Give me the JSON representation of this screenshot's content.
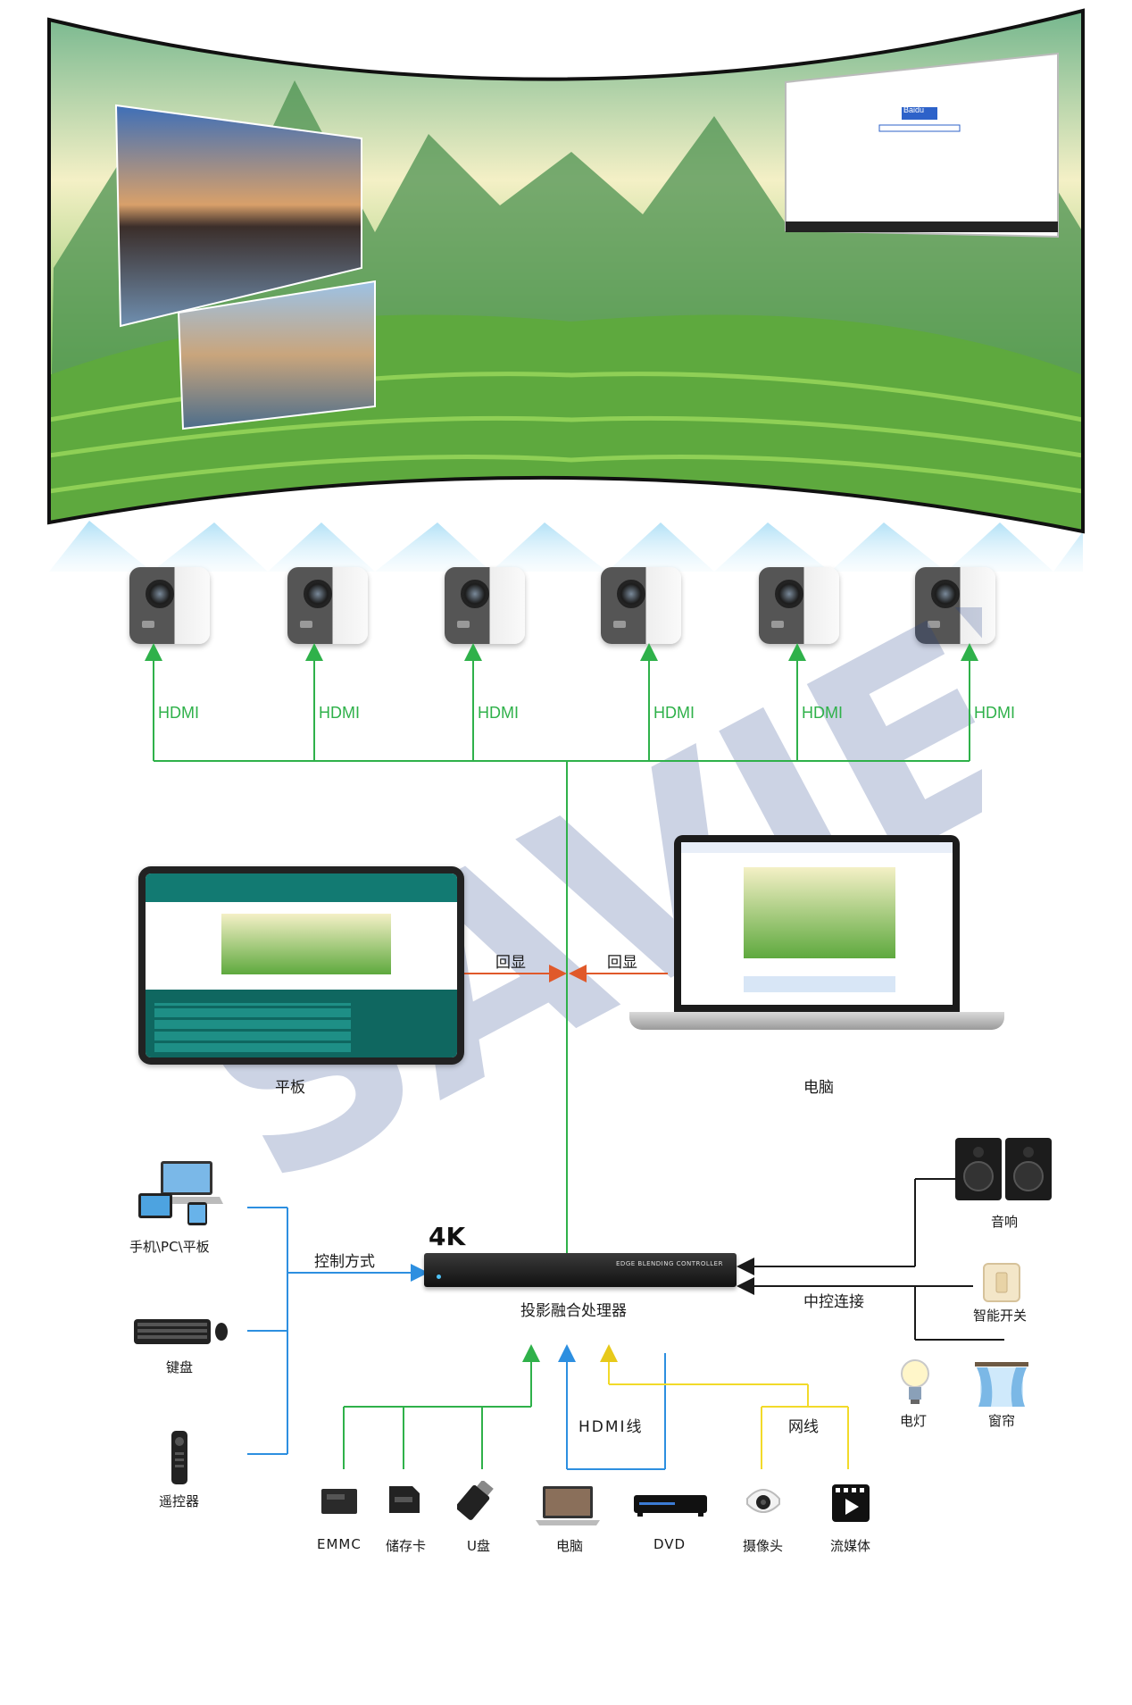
{
  "colors": {
    "hdmi_line": "#2fb14a",
    "control_line": "#2d8fe0",
    "feedback_arrow": "#e0592a",
    "network_line": "#f2da2a",
    "black_line": "#1a1a1a",
    "tablet_teal": "#127a72"
  },
  "projection": {
    "screen_type": "curved panoramic screen",
    "screen_title_browser": "Baidu"
  },
  "projectors": {
    "count": 6,
    "link_label": "HDMI",
    "labels": [
      "HDMI",
      "HDMI",
      "HDMI",
      "HDMI",
      "HDMI",
      "HDMI"
    ]
  },
  "monitors": {
    "tablet_label": "平板",
    "laptop_label": "电脑",
    "tablet_feedback": "回显",
    "laptop_feedback": "回显"
  },
  "processor": {
    "badge": "4K",
    "panel_text": "EDGE BLENDING CONTROLLER",
    "name": "投影融合处理器"
  },
  "controls": {
    "method_label": "控制方式",
    "devices": [
      {
        "label": "手机\\PC\\平板",
        "icon": "devices-icon"
      },
      {
        "label": "键盘",
        "icon": "keyboard-icon"
      },
      {
        "label": "遥控器",
        "icon": "remote-icon"
      }
    ]
  },
  "central_control": {
    "link_label": "中控连接",
    "devices": [
      {
        "label": "音响",
        "icon": "speaker-icon"
      },
      {
        "label": "智能开关",
        "icon": "smart-switch-icon"
      },
      {
        "label": "电灯",
        "icon": "bulb-icon"
      },
      {
        "label": "窗帘",
        "icon": "curtain-icon"
      }
    ]
  },
  "sources": {
    "hdmi_line_label": "HDMI线",
    "network_line_label": "网线",
    "devices": [
      {
        "label": "EMMC",
        "icon": "emmc-chip-icon"
      },
      {
        "label": "储存卡",
        "icon": "sd-card-icon"
      },
      {
        "label": "U盘",
        "icon": "usb-drive-icon"
      },
      {
        "label": "电脑",
        "icon": "laptop-icon"
      },
      {
        "label": "DVD",
        "icon": "dvd-player-icon"
      },
      {
        "label": "摄像头",
        "icon": "camera-icon"
      },
      {
        "label": "流媒体",
        "icon": "streaming-icon"
      }
    ]
  }
}
